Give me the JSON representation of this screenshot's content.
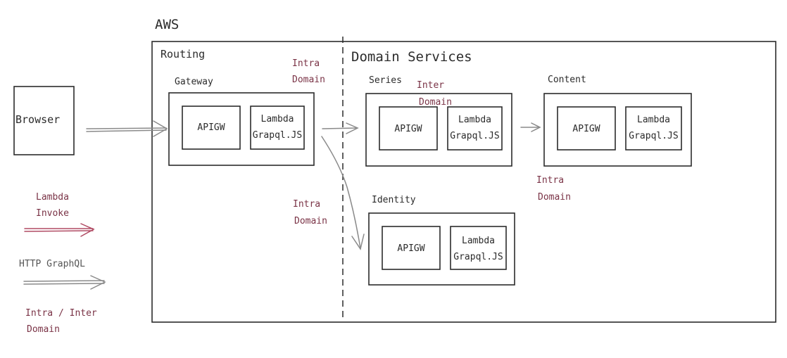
{
  "aws_label": "AWS",
  "browser_label": "Browser",
  "regions": {
    "routing": "Routing",
    "domain_services": "Domain Services"
  },
  "services": {
    "gateway": {
      "title": "Gateway",
      "apigw": "APIGW",
      "lambda_line1": "Lambda",
      "lambda_line2": "Grapql.JS"
    },
    "series": {
      "title": "Series",
      "apigw": "APIGW",
      "lambda_line1": "Lambda",
      "lambda_line2": "Grapql.JS"
    },
    "content": {
      "title": "Content",
      "apigw": "APIGW",
      "lambda_line1": "Lambda",
      "lambda_line2": "Grapql.JS"
    },
    "identity": {
      "title": "Identity",
      "apigw": "APIGW",
      "lambda_line1": "Lambda",
      "lambda_line2": "Grapql.JS"
    }
  },
  "annotations": {
    "intra_domain_top": {
      "line1": "Intra",
      "line2": "Domain"
    },
    "inter_domain_series": {
      "line1": "Inter",
      "line2": "Domain"
    },
    "intra_domain_content": {
      "line1": "Intra",
      "line2": "Domain"
    },
    "intra_domain_identity": {
      "line1": "Intra",
      "line2": "Domain"
    }
  },
  "legend": {
    "lambda_invoke": {
      "line1": "Lambda",
      "line2": "Invoke",
      "color": "#a03a55"
    },
    "http_graphql": {
      "label": "HTTP GraphQL",
      "color": "#6e6e6e"
    },
    "intra_inter": {
      "line1": "Intra / Inter",
      "line2": "Domain"
    }
  },
  "colors": {
    "ink": "#2b2b2b",
    "annotation": "#7a3346",
    "http_arrow": "#8a8a8a",
    "lambda_arrow": "#b04a63"
  }
}
